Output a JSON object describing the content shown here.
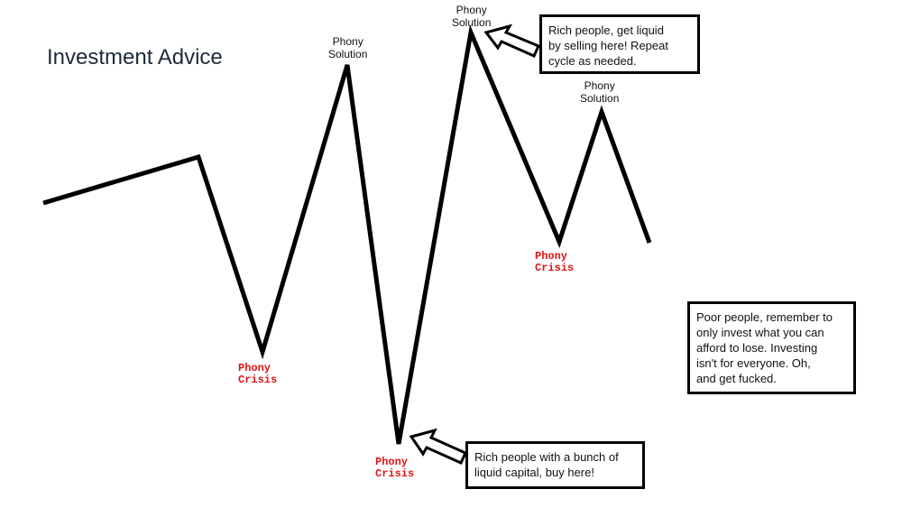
{
  "title": "Investment Advice",
  "labels": {
    "solution_1": "Phony\nSolution",
    "solution_2": "Phony\nSolution",
    "solution_3": "Phony\nSolution",
    "crisis_1": "Phony\nCrisis",
    "crisis_2": "Phony\nCrisis",
    "crisis_3": "Phony\nCrisis"
  },
  "notes": {
    "sell": "Rich people, get liquid\nby selling here! Repeat\ncycle as needed.",
    "buy": "Rich people with a bunch of\nliquid capital, buy here!",
    "poor": "Poor people, remember to\nonly invest what you can\nafford to lose. Investing\nisn't for everyone. Oh,\nand get fucked."
  },
  "colors": {
    "line": "#000000",
    "crisis": "#e01414",
    "title": "#1e2a3a"
  }
}
